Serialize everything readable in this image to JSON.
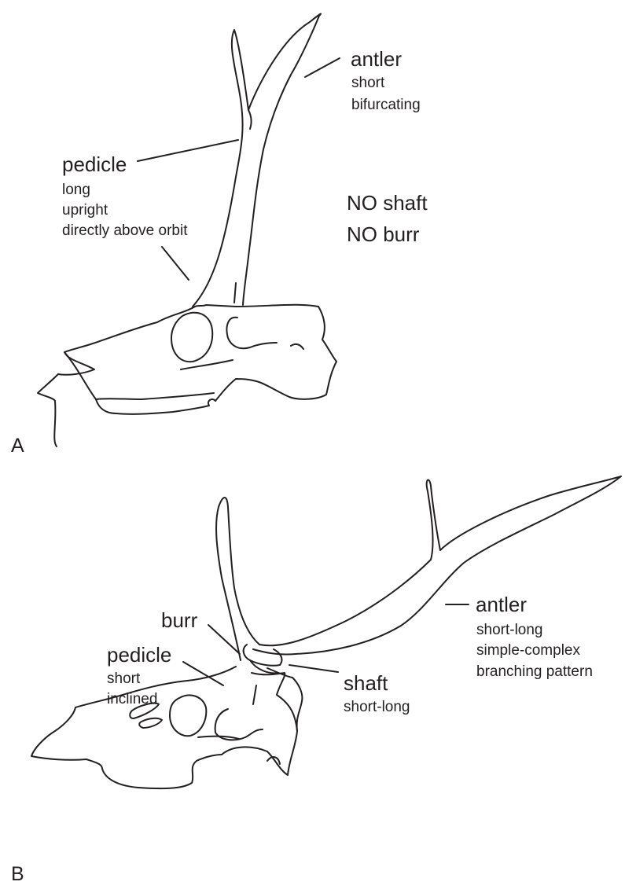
{
  "panel_a": {
    "letter": "A",
    "antler": {
      "term": "antler",
      "details": [
        "short",
        "bifurcating"
      ]
    },
    "pedicle": {
      "term": "pedicle",
      "details": [
        "long",
        "upright",
        "directly above orbit"
      ]
    },
    "notes": [
      "NO shaft",
      "NO burr"
    ]
  },
  "panel_b": {
    "letter": "B",
    "antler": {
      "term": "antler",
      "details": [
        "short-long",
        "simple-complex",
        "branching pattern"
      ]
    },
    "burr": {
      "term": "burr"
    },
    "pedicle": {
      "term": "pedicle",
      "details": [
        "short",
        "inclined"
      ]
    },
    "shaft": {
      "term": "shaft",
      "details": [
        "short-long"
      ]
    }
  }
}
